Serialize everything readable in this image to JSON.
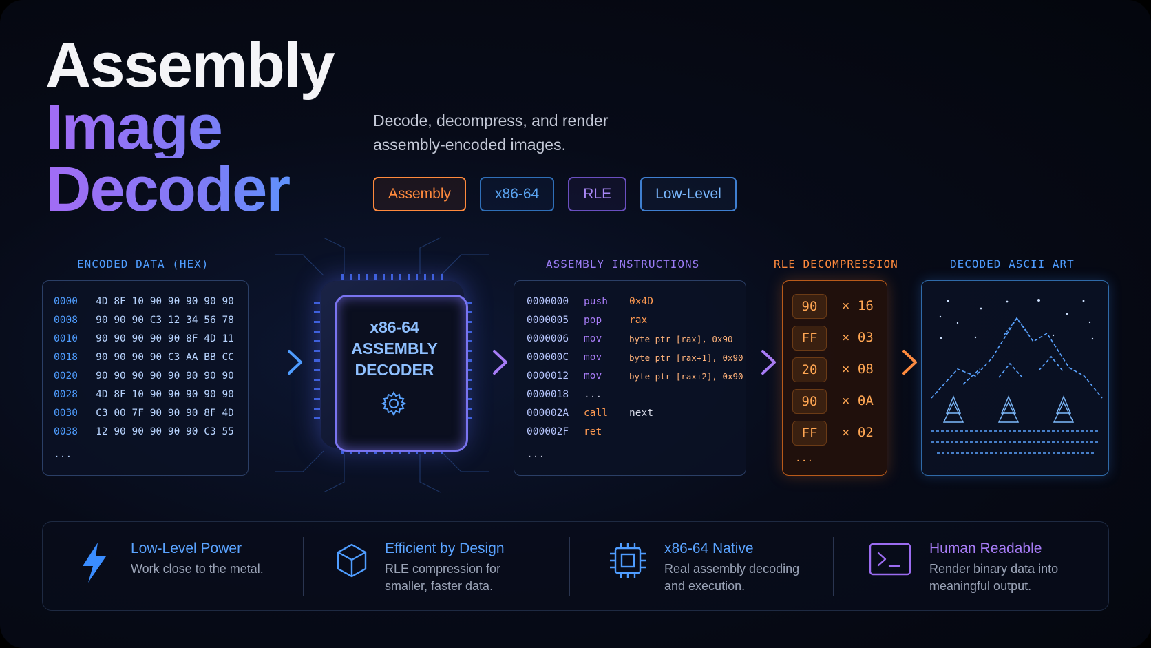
{
  "title": {
    "line1": "Assembly",
    "line2": "Image",
    "line3": "Decoder"
  },
  "subtitle": "Decode, decompress, and render assembly-encoded images.",
  "tags": [
    {
      "label": "Assembly",
      "color": "#ff8a3d"
    },
    {
      "label": "x86-64",
      "color": "#3f8fe6"
    },
    {
      "label": "RLE",
      "color": "#8a63e8"
    },
    {
      "label": "Low-Level",
      "color": "#56a8ff"
    }
  ],
  "sections": {
    "encoded": "ENCODED DATA (HEX)",
    "instructions": "ASSEMBLY INSTRUCTIONS",
    "rle": "RLE DECOMPRESSION",
    "ascii": "DECODED ASCII ART"
  },
  "hex_rows": [
    {
      "addr": "0000",
      "bytes": "4D 8F 10 90 90 90 90 90"
    },
    {
      "addr": "0008",
      "bytes": "90 90 90 C3 12 34 56 78"
    },
    {
      "addr": "0010",
      "bytes": "90 90 90 90 90 8F 4D 11"
    },
    {
      "addr": "0018",
      "bytes": "90 90 90 90 C3 AA BB CC"
    },
    {
      "addr": "0020",
      "bytes": "90 90 90 90 90 90 90 90"
    },
    {
      "addr": "0028",
      "bytes": "4D 8F 10 90 90 90 90 90"
    },
    {
      "addr": "0030",
      "bytes": "C3 00 7F 90 90 90 8F 4D"
    },
    {
      "addr": "0038",
      "bytes": "12 90 90 90 90 90 C3 55"
    }
  ],
  "hex_more": "...",
  "chip": {
    "line1": "x86-64",
    "line2": "ASSEMBLY",
    "line3": "DECODER"
  },
  "asm_rows": [
    {
      "addr": "0000000",
      "op": "push",
      "arg": "0x4D"
    },
    {
      "addr": "0000005",
      "op": "pop",
      "arg": "rax"
    },
    {
      "addr": "0000006",
      "op": "mov",
      "arg": "byte ptr [rax], 0x90"
    },
    {
      "addr": "000000C",
      "op": "mov",
      "arg": "byte ptr [rax+1], 0x90"
    },
    {
      "addr": "0000012",
      "op": "mov",
      "arg": "byte ptr [rax+2], 0x90"
    },
    {
      "addr": "0000018",
      "op": "...",
      "arg": ""
    },
    {
      "addr": "000002A",
      "op": "call",
      "arg": "next"
    },
    {
      "addr": "000002F",
      "op": "ret",
      "arg": ""
    }
  ],
  "asm_more": "...",
  "rle_rows": [
    {
      "value": "90",
      "count": "× 16"
    },
    {
      "value": "FF",
      "count": "× 03"
    },
    {
      "value": "20",
      "count": "× 08"
    },
    {
      "value": "90",
      "count": "× 0A"
    },
    {
      "value": "FF",
      "count": "× 02"
    }
  ],
  "rle_more": "...",
  "features": [
    {
      "title": "Low-Level Power",
      "desc1": "Work close to the metal.",
      "desc2": "",
      "icon": "lightning-icon"
    },
    {
      "title": "Efficient by Design",
      "desc1": "RLE compression for",
      "desc2": "smaller, faster data.",
      "icon": "cube-icon"
    },
    {
      "title": "x86-64 Native",
      "desc1": "Real assembly decoding",
      "desc2": "and execution.",
      "icon": "cpu-icon"
    },
    {
      "title": "Human Readable",
      "desc1": "Render binary data into",
      "desc2": "meaningful output.",
      "icon": "terminal-icon"
    }
  ],
  "colors": {
    "blue": "#4f9dff",
    "purple": "#9b6cf0",
    "orange": "#ff8a3d"
  }
}
